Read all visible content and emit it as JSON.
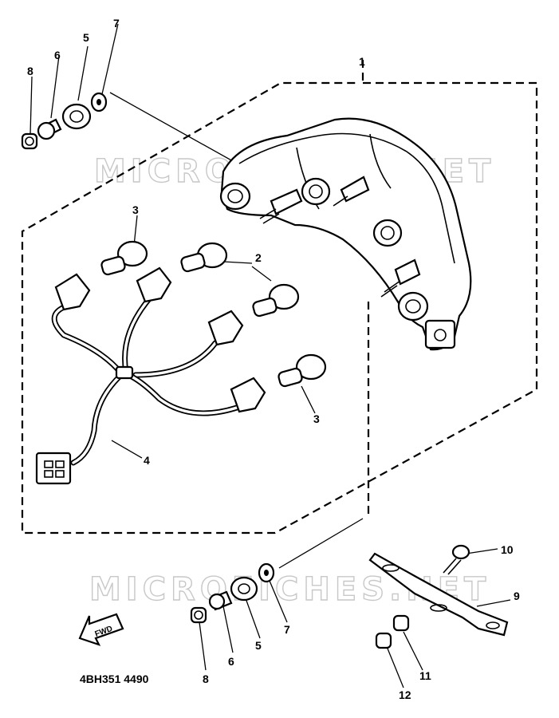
{
  "watermark": {
    "upper": "MICROFICHES.NET",
    "lower": "MICROFICHES.NET"
  },
  "callouts": {
    "c1": "1",
    "c2": "2",
    "c3_upper": "3",
    "c3_lower": "3",
    "c4": "4",
    "c5_top": "5",
    "c5_bottom": "5",
    "c6_top": "6",
    "c6_bottom": "6",
    "c7_top": "7",
    "c7_bottom": "7",
    "c8_top": "8",
    "c8_bottom": "8",
    "c9": "9",
    "c10": "10",
    "c11": "11",
    "c12": "12"
  },
  "fwd_arrow": {
    "label": "FWD"
  },
  "drawing_code": "4BH351 4490"
}
